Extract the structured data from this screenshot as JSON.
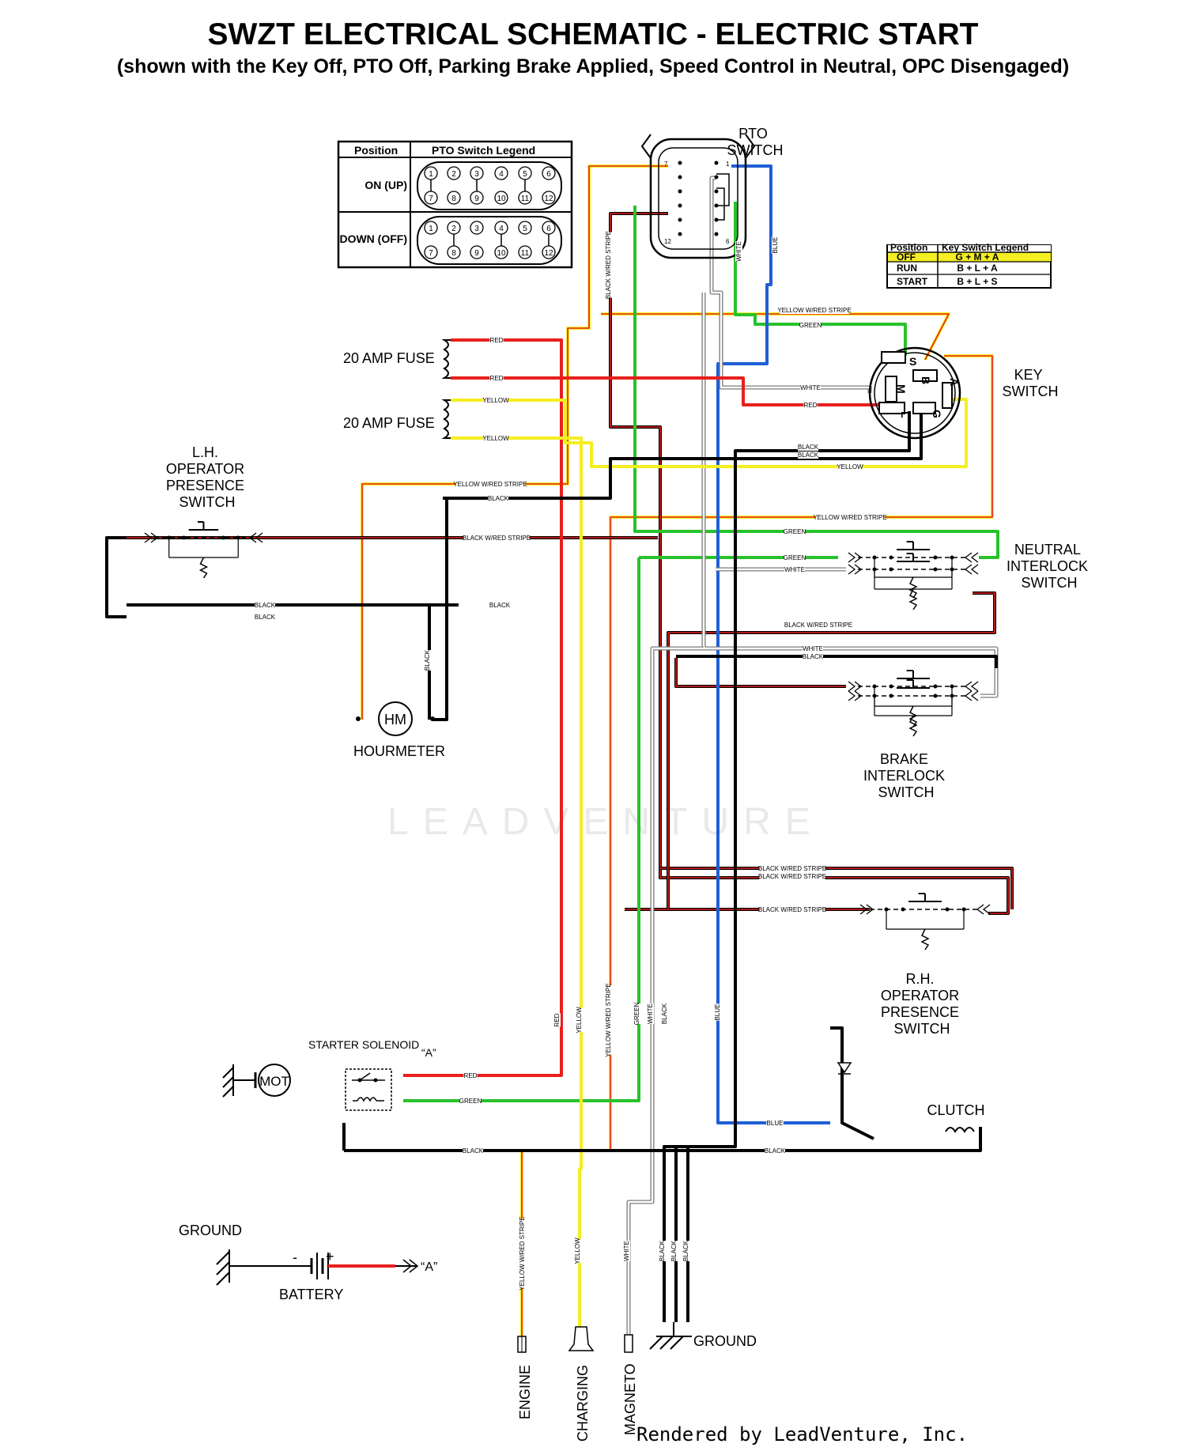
{
  "title": "SWZT ELECTRICAL SCHEMATIC - ELECTRIC START",
  "subtitle": "(shown with the Key Off, PTO Off, Parking Brake Applied, Speed Control in Neutral, OPC Disengaged)",
  "colors": {
    "red": "#e8201c",
    "yellow": "#f4ee22",
    "green": "#27c22b",
    "blue": "#1f5fd6",
    "black": "#000000",
    "white_wire": "#9a9a9a",
    "yellow_red_stripe": "#f08a1c",
    "black_red_stripe": "#6e1010",
    "legend_highlight": "#f4ee22"
  },
  "pto_legend": {
    "header_position": "Position",
    "header_legend": "PTO Switch Legend",
    "rows": [
      {
        "position": "ON (UP)",
        "pins_top": [
          "1",
          "2",
          "3",
          "4",
          "5",
          "6"
        ],
        "pins_bottom": [
          "7",
          "8",
          "9",
          "10",
          "11",
          "12"
        ]
      },
      {
        "position": "DOWN (OFF)",
        "pins_top": [
          "1",
          "2",
          "3",
          "4",
          "5",
          "6"
        ],
        "pins_bottom": [
          "7",
          "8",
          "9",
          "10",
          "11",
          "12"
        ]
      }
    ]
  },
  "key_legend": {
    "header_position": "Position",
    "header_legend": "Key Switch Legend",
    "rows": [
      {
        "position": "OFF",
        "circuit": "G + M + A",
        "highlight": true
      },
      {
        "position": "RUN",
        "circuit": "B + L + A",
        "highlight": false
      },
      {
        "position": "START",
        "circuit": "B + L + S",
        "highlight": false
      }
    ]
  },
  "components": {
    "pto_switch": "PTO\nSWITCH",
    "key_switch": "KEY\nSWITCH",
    "fuse_1": "20 AMP FUSE",
    "fuse_2": "20 AMP FUSE",
    "lh_ops": "L.H.\nOPERATOR\nPRESENCE\nSWITCH",
    "neutral_interlock": "NEUTRAL\nINTERLOCK\nSWITCH",
    "brake_interlock": "BRAKE\nINTERLOCK\nSWITCH",
    "hourmeter": "HOURMETER",
    "hourmeter_symbol": "HM",
    "rh_ops": "R.H.\nOPERATOR\nPRESENCE\nSWITCH",
    "starter_solenoid": "STARTER SOLENOID",
    "terminal_a": "“A”",
    "motor_symbol": "MOT",
    "clutch": "CLUTCH",
    "ground_left": "GROUND",
    "battery": "BATTERY",
    "battery_neg": "-",
    "battery_pos": "+",
    "battery_a": "“A”",
    "ground_bottom": "GROUND",
    "engine": "ENGINE",
    "charging": "CHARGING",
    "magneto": "MAGNETO"
  },
  "key_terminals": [
    "S",
    "B",
    "M",
    "A",
    "L",
    "G"
  ],
  "pto_connector_pins": [
    "7",
    "1",
    "12",
    "6"
  ],
  "wire_labels": {
    "black_red_stripe": "BLACK W/RED STRIPE",
    "white": "WHITE",
    "blue": "BLUE",
    "yellow_red_stripe": "YELLOW W/RED STRIPE",
    "green": "GREEN",
    "red": "RED",
    "yellow": "YELLOW",
    "black": "BLACK"
  },
  "watermark": "LEADVENTURE",
  "footer": "Rendered by LeadVenture, Inc."
}
